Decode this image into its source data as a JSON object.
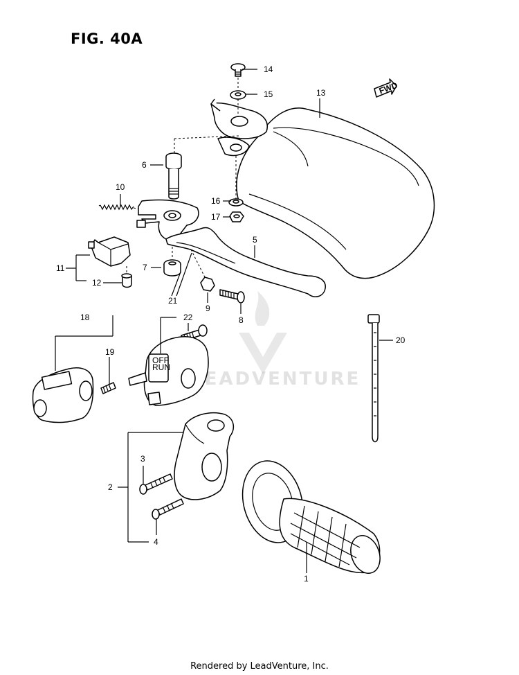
{
  "figure": {
    "title": "FIG. 40A"
  },
  "fwd_label": "FWD",
  "watermark": {
    "brand": "LEADVENTURE"
  },
  "callouts": [
    "14",
    "15",
    "13",
    "6",
    "10",
    "16",
    "17",
    "5",
    "11",
    "7",
    "12",
    "21",
    "9",
    "8",
    "22",
    "18",
    "19",
    "20",
    "3",
    "2",
    "4",
    "1"
  ],
  "footer": {
    "credit": "Rendered by LeadVenture, Inc."
  }
}
